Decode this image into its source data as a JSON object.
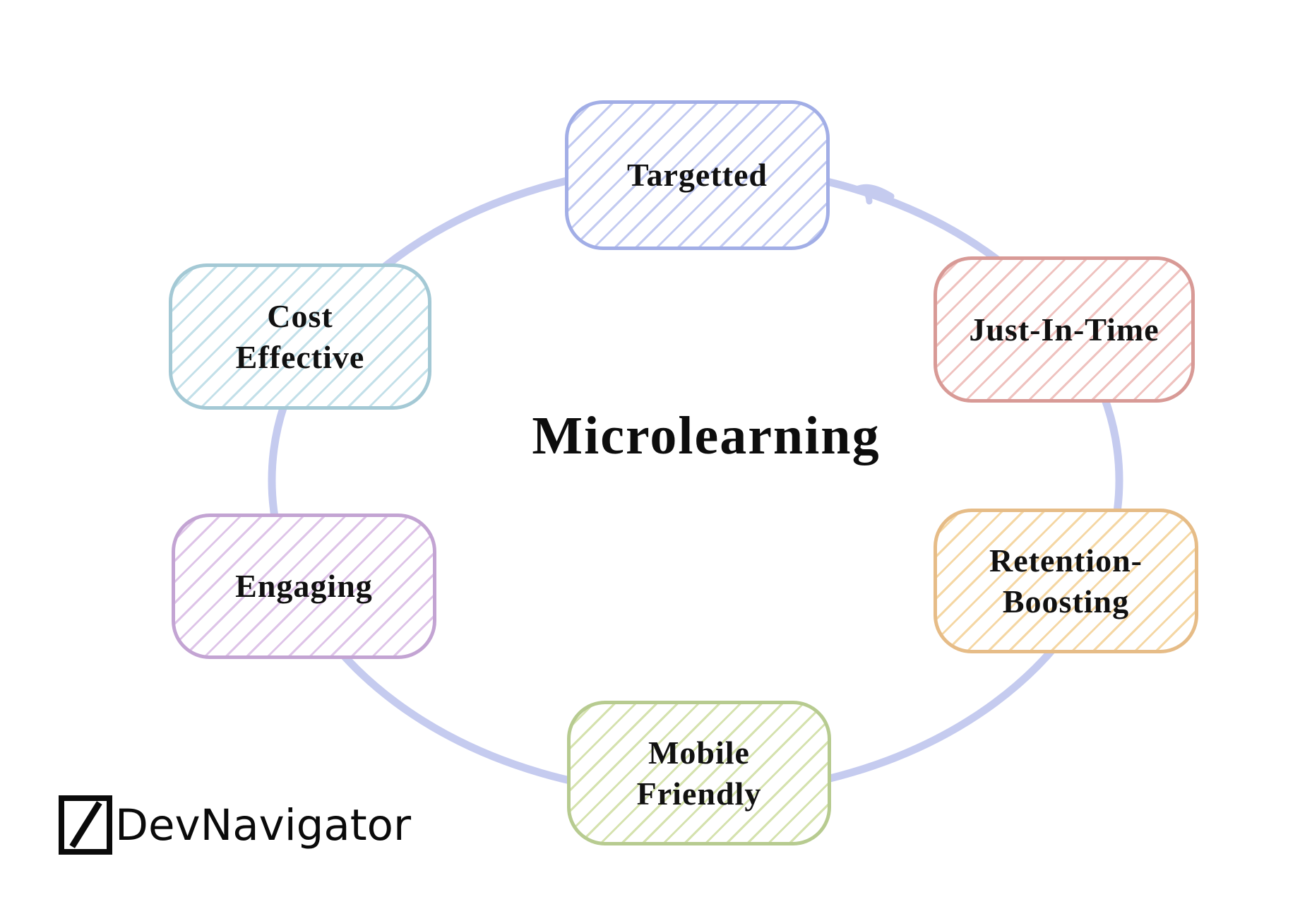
{
  "title": "Microlearning",
  "diagram_type": "cycle",
  "ring_color": "#c5cbef",
  "text_color": "#111111",
  "nodes": [
    {
      "id": "targetted",
      "lines": [
        "Targetted",
        ""
      ],
      "border_color": "#a2aee6",
      "hatch_color": "#c2caf1"
    },
    {
      "id": "just-in-time",
      "lines": [
        "Just-In-Time",
        ""
      ],
      "border_color": "#d89a96",
      "hatch_color": "#efc2bf"
    },
    {
      "id": "retention-boosting",
      "lines": [
        "Retention-",
        "Boosting"
      ],
      "border_color": "#e6bc87",
      "hatch_color": "#f5d7a4"
    },
    {
      "id": "mobile-friendly",
      "lines": [
        "Mobile",
        "Friendly"
      ],
      "border_color": "#b7cb90",
      "hatch_color": "#d5e2ae"
    },
    {
      "id": "engaging",
      "lines": [
        "Engaging",
        ""
      ],
      "border_color": "#c3a4d3",
      "hatch_color": "#dec4e8"
    },
    {
      "id": "cost-effective",
      "lines": [
        "Cost",
        "Effective"
      ],
      "border_color": "#a4c9d5",
      "hatch_color": "#c3e0e9"
    }
  ],
  "watermark": {
    "brand": "DevNavigator",
    "icon": "slash-icon"
  }
}
